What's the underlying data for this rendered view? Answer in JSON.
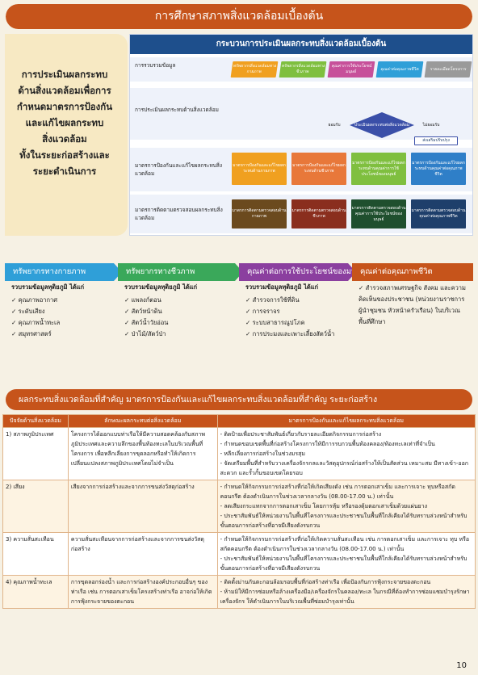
{
  "banner_title": "การศึกษาสภาพสิ่งแวดล้อมเบื้องต้น",
  "left_panel_lines": [
    "การประเมินผลกระทบ",
    "ด้านสิ่งแวดล้อมเพื่อการ",
    "กำหนดมาตรการป้องกัน",
    "และแก้ไขผลกระทบ",
    "สิ่งแวดล้อม",
    "ทั้งในระยะก่อสร้างและ",
    "ระยะดำเนินการ"
  ],
  "process": {
    "title": "กระบวนการประเมินผลกระทบสิ่งแวดล้อมเบื้องต้น",
    "lanes": [
      "การรวบรวมข้อมูล",
      "การประเมินผลกระทบด้านสิ่งแวดล้อม",
      "มาตรการป้องกันและแก้ไขผลกระทบสิ่งแวดล้อม",
      "มาตรการติดตามตรวจสอบผลกระทบสิ่งแวดล้อม"
    ],
    "collect": [
      {
        "text": "ทรัพยากรสิ่งแวดล้อมทางกายภาพ",
        "color": "#f0a020"
      },
      {
        "text": "ทรัพยากรสิ่งแวดล้อมทางชีวภาพ",
        "color": "#7fbf3f"
      },
      {
        "text": "คุณค่าการใช้ประโยชน์มนุษย์",
        "color": "#c7509a"
      },
      {
        "text": "คุณค่าต่อคุณภาพชีวิต",
        "color": "#2f9fd8"
      },
      {
        "text": "รายละเอียดโครงการ",
        "color": "#9a9a9a"
      }
    ],
    "evaluate": {
      "center": "ประเมินผลกระทบต่อสิ่งแวดล้อม",
      "left": "ยอมรับ",
      "right": "ไม่ยอมรับ",
      "extra": "ส่งเสริมปรับปรุง"
    },
    "mitigation": [
      {
        "text": "มาตรการป้องกันและแก้ไขผลกระทบด้านกายภาพ",
        "color": "#f0a020"
      },
      {
        "text": "มาตรการป้องกันและแก้ไขผลกระทบด้านชีวภาพ",
        "color": "#e8783a"
      },
      {
        "text": "มาตรการป้องกันและแก้ไขผลกระทบด้านคุณค่าการใช้ประโยชน์ของมนุษย์",
        "color": "#7fbf3f"
      },
      {
        "text": "มาตรการป้องกันและแก้ไขผลกระทบด้านคุณค่าต่อคุณภาพชีวิต",
        "color": "#2f7fc8"
      }
    ],
    "monitoring": [
      {
        "text": "มาตรการติดตามตรวจสอบด้านกายภาพ",
        "color": "#6b4a1e"
      },
      {
        "text": "มาตรการติดตามตรวจสอบด้านชีวภาพ",
        "color": "#8a2e1e"
      },
      {
        "text": "มาตรการติดตามตรวจสอบด้านคุณค่าการใช้ประโยชน์ของมนุษย์",
        "color": "#1f4f2e"
      },
      {
        "text": "มาตรการติดตามตรวจสอบด้านคุณค่าต่อคุณภาพชีวิต",
        "color": "#1e3f6b"
      }
    ]
  },
  "categories": [
    {
      "name": "ทรัพยากรทางกายภาพ",
      "color": "#2f9fd8",
      "intro": "รวบรวมข้อมูลทุติยภูมิ ได้แก่",
      "items": [
        "คุณภาพอากาศ",
        "ระดับเสียง",
        "คุณภาพน้ำทะเล",
        "สมุทรศาสตร์"
      ]
    },
    {
      "name": "ทรัพยากรทางชีวภาพ",
      "color": "#3aa85a",
      "intro": "รวบรวมข้อมูลทุติยภูมิ ได้แก่",
      "items": [
        "แพลงก์ตอน",
        "สัตว์หน้าดิน",
        "สัตว์น้ำวัยอ่อน",
        "ป่าไม้/สัตว์ป่า"
      ]
    },
    {
      "name": "คุณค่าต่อการใช้ประโยชน์ของมนุษย์",
      "color": "#8b3f9f",
      "intro": "รวบรวมข้อมูลทุติยภูมิ ได้แก่",
      "items": [
        "สำรวจการใช้ที่ดิน",
        "การจราจร",
        "ระบบสาธารณูปโภค",
        "การประมงและเพาะเลี้ยงสัตว์น้ำ"
      ]
    },
    {
      "name": "คุณค่าต่อคุณภาพชีวิต",
      "color": "#c6541b",
      "intro": "",
      "items": [
        "สำรวจสภาพเศรษฐกิจ สังคม และความคิดเห็นของประชาชน (หน่วยงานราชการ ผู้นำชุมชน หัวหน้าครัวเรือน) ในบริเวณพื้นที่ศึกษา"
      ]
    }
  ],
  "bottom_title": "ผลกระทบสิ่งแวดล้อมที่สำคัญ มาตรการป้องกันและแก้ไขผลกระทบสิ่งแวดล้อมที่สำคัญ ระยะก่อสร้าง",
  "table": {
    "headers": [
      "ปัจจัยด้านสิ่งแวดล้อม",
      "ลักษณะผลกระทบต่อสิ่งแวดล้อม",
      "มาตรการป้องกันและแก้ไขผลกระทบสิ่งแวดล้อม"
    ],
    "rows": [
      {
        "factor": "1) สภาพภูมิประเทศ",
        "impact": "โครงการได้ออกแบบท่าเรือให้มีความสอดคล้องกับสภาพภูมิประเทศและความลึกของพื้นท้องทะเลในบริเวณพื้นที่โครงการ เพื่อหลีกเลี่ยงการขุดลอกหรือทำให้เกิดการเปลี่ยนแปลงสภาพภูมิประเทศโดยไม่จำเป็น",
        "measures": [
          "- ติดป้ายเพื่อประชาสัมพันธ์เกี่ยวกับรายละเอียดกิจกรรมการก่อสร้าง",
          "- กำหนดขอบเขตพื้นที่ก่อสร้างโครงการให้มีการรบกวนพื้นท้องคลอง/ท้องทะเลเท่าที่จำเป็น",
          "- หลีกเลี่ยงการก่อสร้างในช่วงมรสุม",
          "- จัดเตรียมพื้นที่สำหรับวางเครื่องจักรกลและวัสดุอุปกรณ์ก่อสร้างให้เป็นสัดส่วน เหมาะสม มีทางเข้า-ออกสะดวก และรั้วกั้นขอบเขตโดยรอบ"
        ]
      },
      {
        "factor": "2) เสียง",
        "impact": "เสียงจากการก่อสร้างและจากการขนส่งวัสดุก่อสร้าง",
        "measures": [
          "- กำหนดให้กิจกรรมการก่อสร้างที่ก่อให้เกิดเสียงดัง เช่น การตอกเสาเข็ม และการเจาะ ทุบหรือสกัดคอนกรีต ต้องดำเนินการในช่วงเวลากลางวัน (08.00-17.00 น.) เท่านั้น",
          "- ลดเสียงกระแทกจากการตอกเสาเข็ม โดยการหุ้ม หรือรองตุ้มตอกเสาเข็มด้วยแผ่นยาง",
          "- ประชาสัมพันธ์ให้หน่วยงานในพื้นที่โครงการและประชาชนในพื้นที่ใกล้เคียงได้รับทราบล่วงหน้าสำหรับขั้นตอนการก่อสร้างที่อาจมีเสียงดังรบกวน"
        ]
      },
      {
        "factor": "3) ความสั่นสะเทือน",
        "impact": "ความสั่นสะเทือนจากการก่อสร้างและจากการขนส่งวัสดุก่อสร้าง",
        "measures": [
          "- กำหนดให้กิจกรรมการก่อสร้างที่ก่อให้เกิดความสั่นสะเทือน เช่น การตอกเสาเข็ม และการเจาะ ทุบ หรือสกัดคอนกรีต ต้องดำเนินการในช่วงเวลากลางวัน (08.00-17.00 น.) เท่านั้น",
          "- ประชาสัมพันธ์ให้หน่วยงานในพื้นที่โครงการและประชาชนในพื้นที่ใกล้เคียงได้รับทราบล่วงหน้าสำหรับขั้นตอนการก่อสร้างที่อาจมีเสียงดังรบกวน"
        ]
      },
      {
        "factor": "4) คุณภาพน้ำทะเล",
        "impact": "การขุดลอกร่องน้ำ และการก่อสร้างองค์ประกอบอื่นๆ ของท่าเรือ เช่น การตอกเสาเข็มโครงสร้างท่าเรือ อาจก่อให้เกิดการฟุ้งกระจายของตะกอน",
        "measures": [
          "- ติดตั้งม่านกันตะกอนล้อมรอบพื้นที่ก่อสร้างท่าเรือ เพื่อป้องกันการฟุ้งกระจายของตะกอน",
          "- ห้ามมิให้มีการซ่อมหรือล้างเครื่องมือ/เครื่องจักรในคลอง/ทะเล ในกรณีที่ต้องทำการซ่อมแซมบำรุงรักษาเครื่องจักร ให้ดำเนินการในบริเวณพื้นที่ซ่อมบำรุงเท่านั้น"
        ]
      }
    ]
  },
  "page_number": "10"
}
